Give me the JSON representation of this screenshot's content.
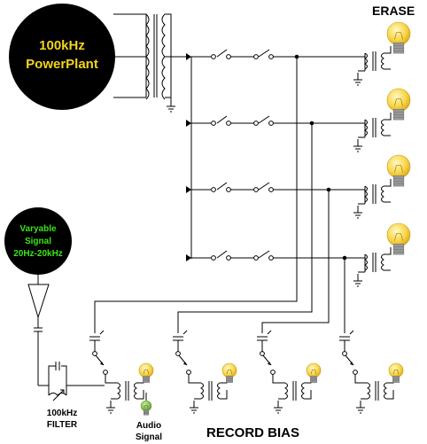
{
  "power_plant": {
    "line1": "100kHz",
    "line2": "PowerPlant",
    "text_color": "#f2d41a",
    "fill": "#000000"
  },
  "signal_source": {
    "line1": "Varyable",
    "line2": "Signal",
    "line3": "20Hz-20kHz",
    "text_color": "#39e619",
    "fill": "#000000"
  },
  "filter_label": {
    "line1": "100kHz",
    "line2": "FILTER"
  },
  "audio_label": {
    "line1": "Audio",
    "line2": "Signal"
  },
  "erase_label": "ERASE",
  "record_bias_label": "RECORD BIAS",
  "colors": {
    "wire": "#000000",
    "bulb_glass": "#f7d64a",
    "bulb_base": "#9a9a9a",
    "audio_bulb": "#56b64c"
  }
}
